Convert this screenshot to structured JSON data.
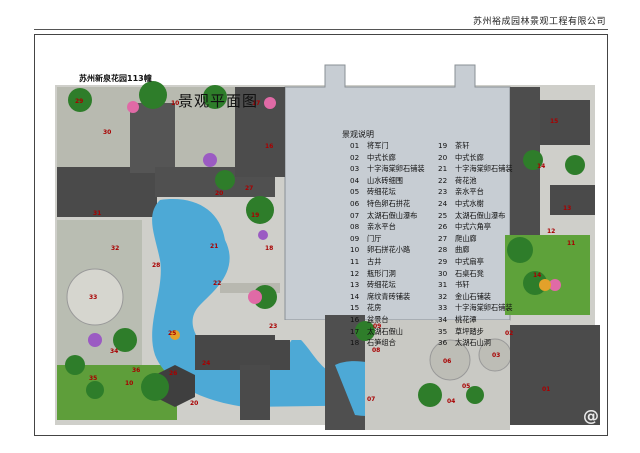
{
  "company": "苏州裕成园林景观工程有限公司",
  "project": "苏州新泉花园113幢",
  "title": "景观平面图",
  "legend": {
    "title": "景观说明",
    "items": [
      {
        "no": "01",
        "text": "将军门"
      },
      {
        "no": "02",
        "text": "中式长廊"
      },
      {
        "no": "03",
        "text": "十字海棠卵石铺装"
      },
      {
        "no": "04",
        "text": "山水砖细围"
      },
      {
        "no": "05",
        "text": "砖细花坛"
      },
      {
        "no": "06",
        "text": "特色卵石拼花"
      },
      {
        "no": "07",
        "text": "太湖石假山瀑布"
      },
      {
        "no": "08",
        "text": "亲水平台"
      },
      {
        "no": "09",
        "text": "门厅"
      },
      {
        "no": "10",
        "text": "卵石拼花小路"
      },
      {
        "no": "11",
        "text": "古井"
      },
      {
        "no": "12",
        "text": "瓶形门洞"
      },
      {
        "no": "13",
        "text": "砖细花坛"
      },
      {
        "no": "14",
        "text": "席纹青砖铺装"
      },
      {
        "no": "15",
        "text": "花房"
      },
      {
        "no": "16",
        "text": "盆景台"
      },
      {
        "no": "17",
        "text": "太湖石假山"
      },
      {
        "no": "18",
        "text": "石笋组合"
      },
      {
        "no": "19",
        "text": "茶轩"
      },
      {
        "no": "20",
        "text": "中式长廊"
      },
      {
        "no": "21",
        "text": "十字海棠卵石铺装"
      },
      {
        "no": "22",
        "text": "荷花池"
      },
      {
        "no": "23",
        "text": "亲水平台"
      },
      {
        "no": "24",
        "text": "中式水榭"
      },
      {
        "no": "25",
        "text": "太湖石假山瀑布"
      },
      {
        "no": "26",
        "text": "中式六角亭"
      },
      {
        "no": "27",
        "text": "爬山廊"
      },
      {
        "no": "28",
        "text": "曲廊"
      },
      {
        "no": "29",
        "text": "中式扇亭"
      },
      {
        "no": "30",
        "text": "石桌石凳"
      },
      {
        "no": "31",
        "text": "书轩"
      },
      {
        "no": "32",
        "text": "金山石铺装"
      },
      {
        "no": "33",
        "text": "十字海棠卵石铺装"
      },
      {
        "no": "34",
        "text": "桃花潭"
      },
      {
        "no": "35",
        "text": "草坪踏步"
      },
      {
        "no": "36",
        "text": "太湖石山洞"
      }
    ]
  },
  "map_labels": {
    "n29": "29",
    "n30": "30",
    "n10a": "10",
    "n17": "17",
    "n16": "16",
    "n20a": "20",
    "n31": "31",
    "n32": "32",
    "n33": "33",
    "n22": "22",
    "n19": "19",
    "n28": "28",
    "n25": "25",
    "n36": "36",
    "n34": "34",
    "n35": "35",
    "n26": "26",
    "n24": "24",
    "n23": "23",
    "n09": "09",
    "n08": "08",
    "n07": "07",
    "n06": "06",
    "n05": "05",
    "n04": "04",
    "n03": "03",
    "n02": "02",
    "n01": "01",
    "n15": "15",
    "n14": "14",
    "n13": "13",
    "n12": "12",
    "n11": "11",
    "n18": "18",
    "n21": "21",
    "n27": "27",
    "n20b": "20",
    "n10b": "10"
  },
  "colors": {
    "roof": "#4a4a4a",
    "paving": "#c9c9c4",
    "water": "#4da9d6",
    "building": "#c7cdd3",
    "lawn": "#6fae3c",
    "tree": "#2e7d2a",
    "label": "#a80000"
  }
}
